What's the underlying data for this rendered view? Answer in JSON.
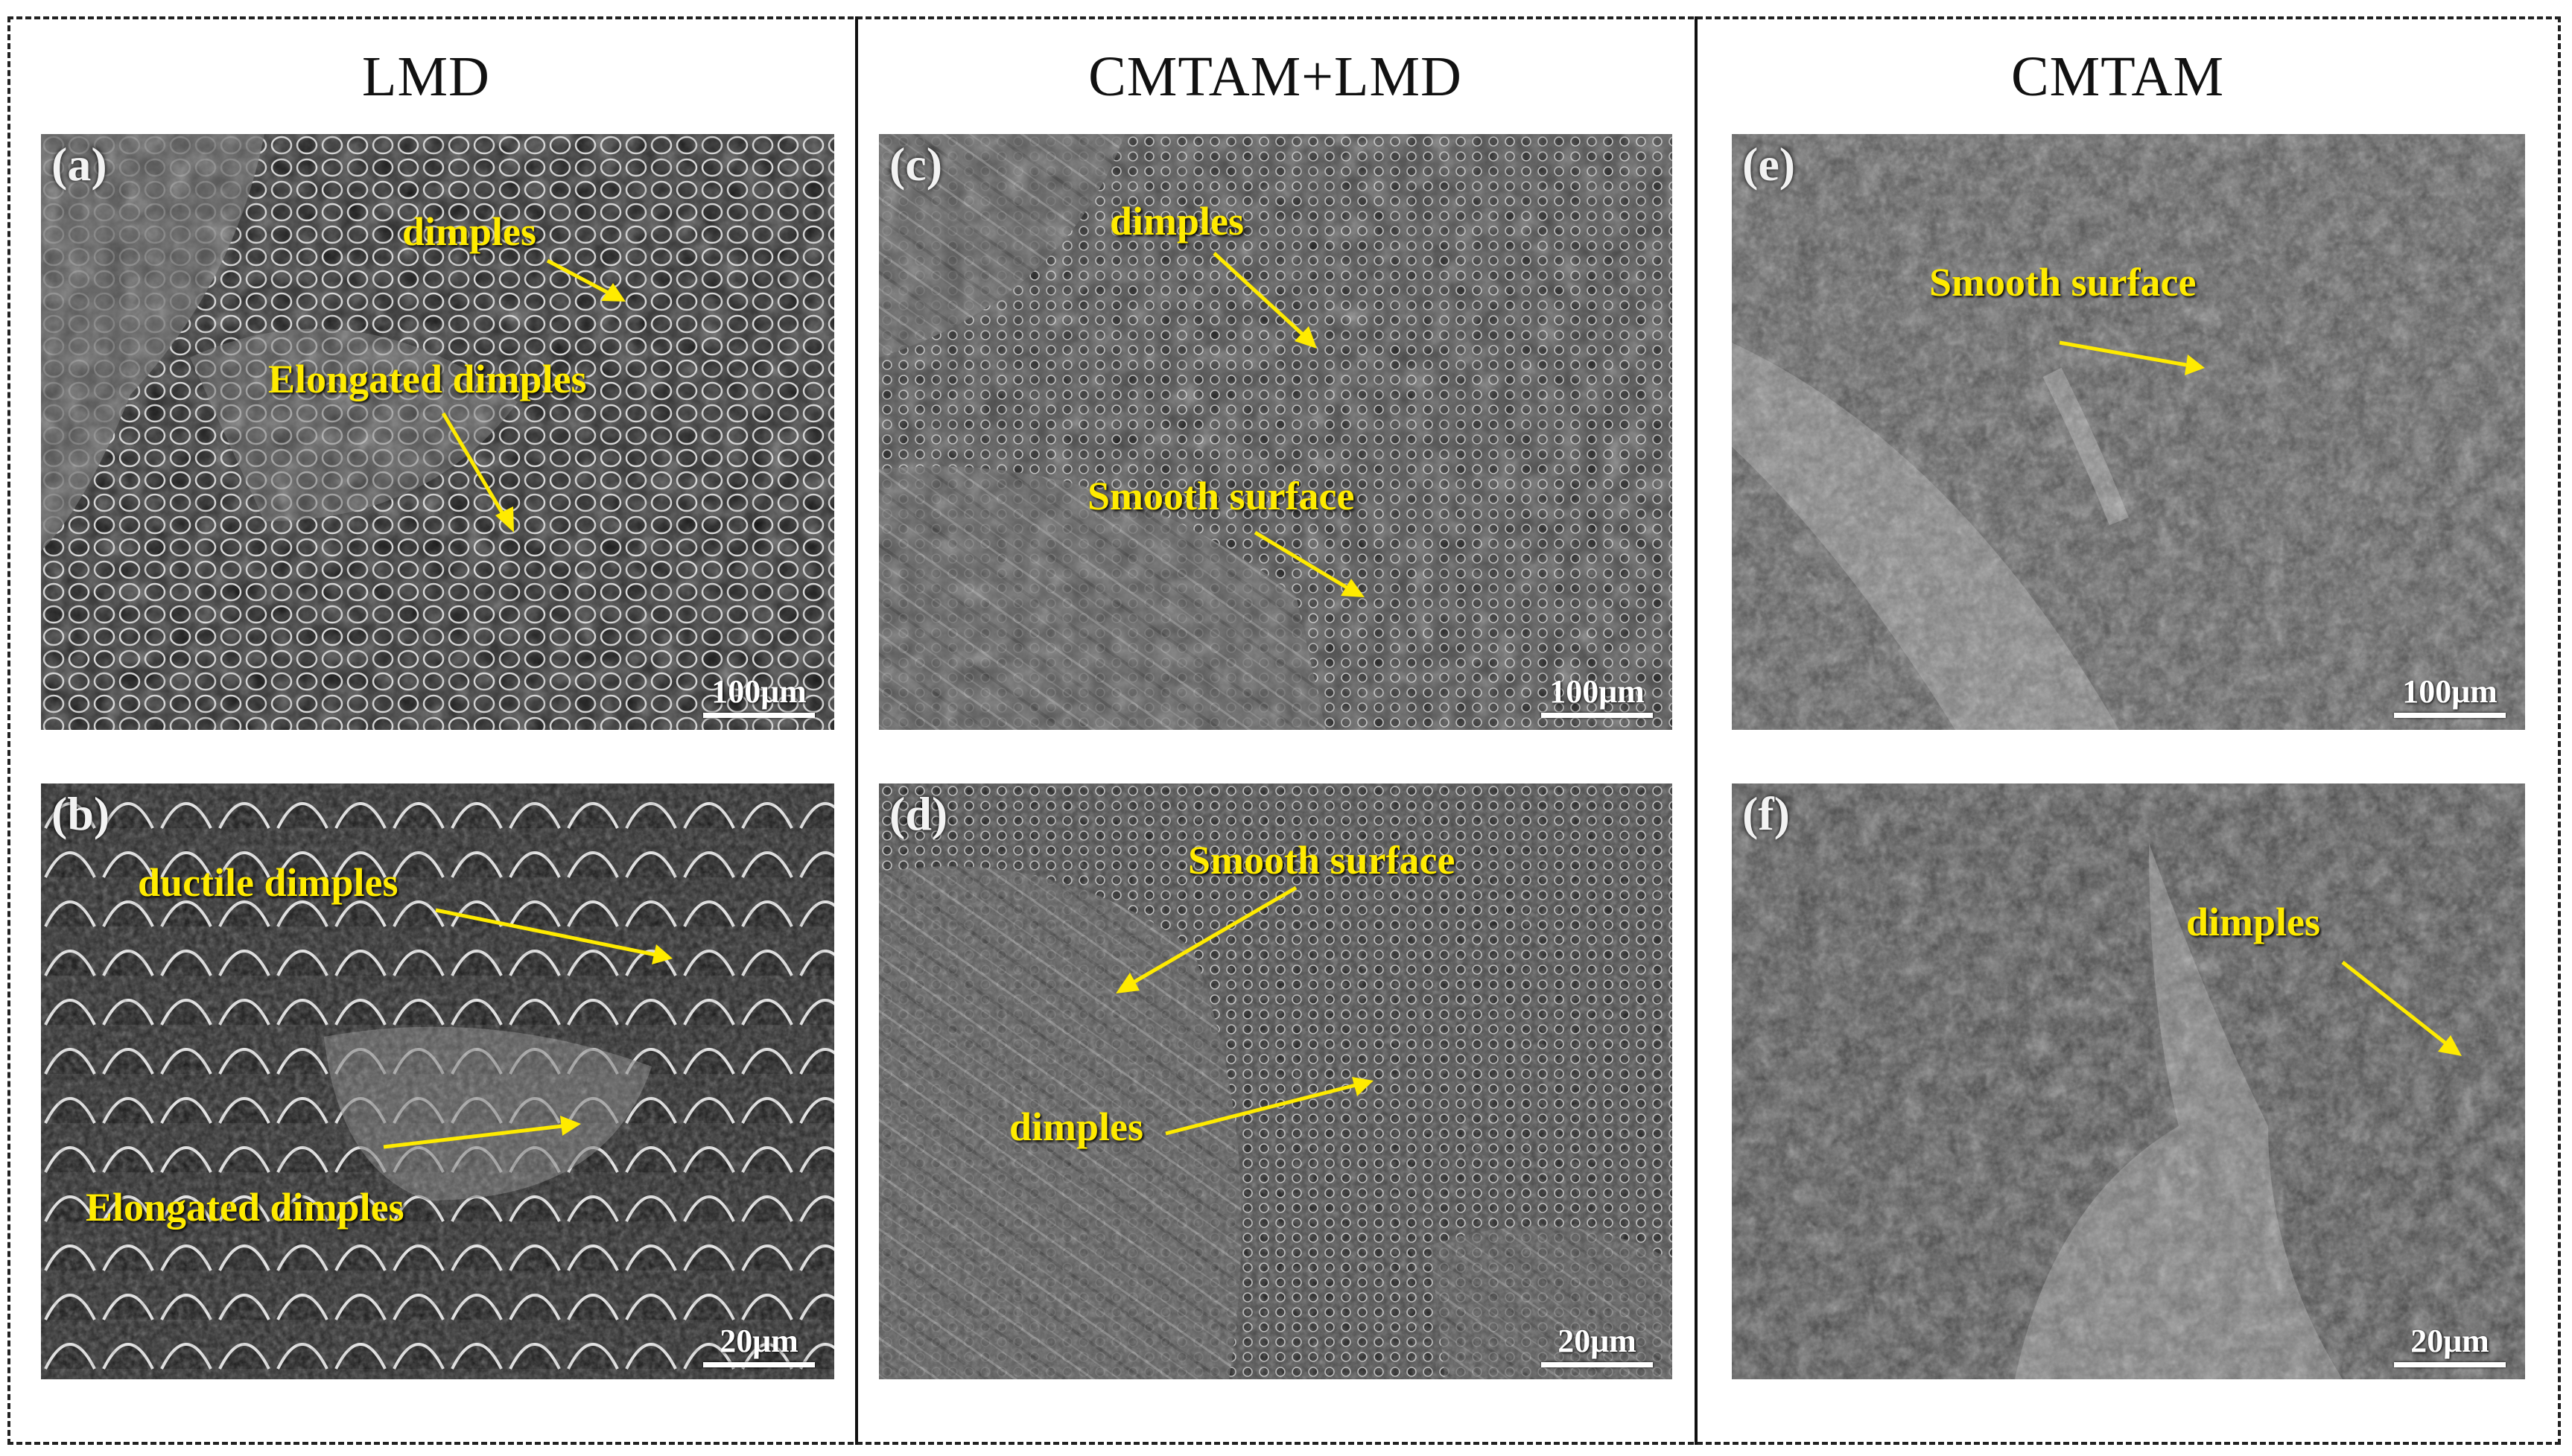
{
  "columns": [
    {
      "title": "LMD"
    },
    {
      "title": "CMTAM+LMD"
    },
    {
      "title": "CMTAM"
    }
  ],
  "panels": [
    {
      "label": "(a)",
      "scale": "100μm",
      "annotations": [
        "dimples",
        "Elongated dimples"
      ]
    },
    {
      "label": "(b)",
      "scale": "20μm",
      "annotations": [
        "ductile dimples",
        "Elongated dimples"
      ]
    },
    {
      "label": "(c)",
      "scale": "100μm",
      "annotations": [
        "dimples",
        "Smooth surface"
      ]
    },
    {
      "label": "(d)",
      "scale": "20μm",
      "annotations": [
        "Smooth surface",
        "dimples"
      ]
    },
    {
      "label": "(e)",
      "scale": "100μm",
      "annotations": [
        "Smooth surface"
      ]
    },
    {
      "label": "(f)",
      "scale": "20μm",
      "annotations": [
        "dimples"
      ]
    }
  ],
  "colors": {
    "annotation": "#ffeb00",
    "scalebar": "#ffffff",
    "label": "#f2f2f2"
  }
}
